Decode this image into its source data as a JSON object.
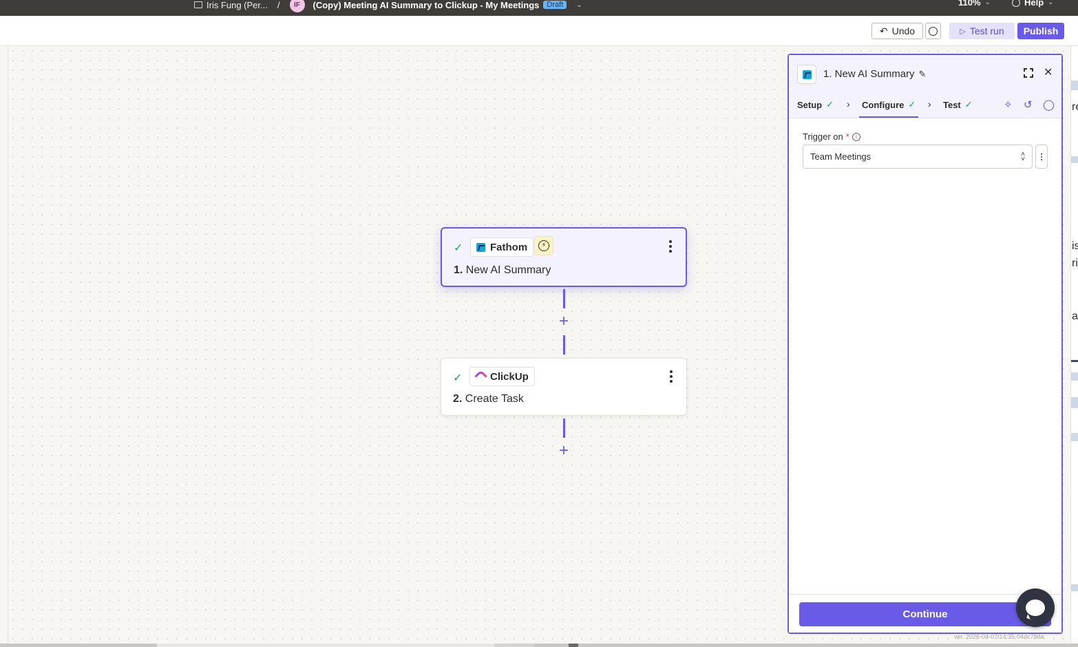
{
  "topbar": {
    "folder": "Iris Fung (Per...",
    "separator": "/",
    "avatar_initials": "IF",
    "zap_title": "(Copy) Meeting AI Summary to Clickup - My Meetings",
    "status_badge": "Draft",
    "zoom": "110%",
    "help": "Help"
  },
  "toolbar": {
    "undo_label": "Undo",
    "test_run_label": "Test run",
    "publish_label": "Publish"
  },
  "steps": [
    {
      "app": "Fathom",
      "number": "1.",
      "title": "New AI Summary",
      "icon": "fathom-logo-icon",
      "trigger": true
    },
    {
      "app": "ClickUp",
      "number": "2.",
      "title": "Create Task",
      "icon": "clickup-logo-icon",
      "trigger": false
    }
  ],
  "panel": {
    "title": "1. New AI Summary",
    "tabs": [
      {
        "label": "Setup",
        "complete": true
      },
      {
        "label": "Configure",
        "complete": true,
        "active": true
      },
      {
        "label": "Test",
        "complete": true
      }
    ],
    "field": {
      "label": "Trigger on",
      "required_marker": "*",
      "value": "Team Meetings"
    },
    "continue_label": "Continue"
  },
  "version": "ver. 2026-04-07t14:35-04dc78da",
  "right_edge_fragments": [
    "re",
    "is",
    "ri",
    "a"
  ],
  "colors": {
    "accent": "#695be8",
    "success": "#1f9d55",
    "topbar": "#403c3a"
  }
}
